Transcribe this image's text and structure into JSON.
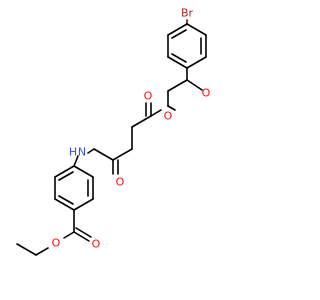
{
  "molecule": {
    "colors": {
      "bond": "#000000",
      "oxygen": "#ff0d0d",
      "nitrogen": "#3050f8",
      "bromine": "#a62929"
    },
    "atoms": {
      "br": "Br",
      "o_ketone": "O",
      "o_ester_ether": "O",
      "o_ester_carbonyl": "O",
      "nh": "H",
      "n": "N",
      "o_amide": "O",
      "o_benzoate_carbonyl": "O",
      "o_benzoate_ether": "O"
    }
  }
}
